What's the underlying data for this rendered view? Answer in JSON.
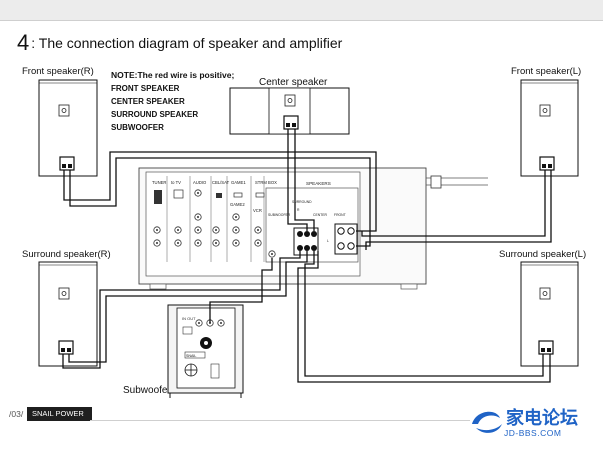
{
  "page": {
    "title_number": "4",
    "title_text": ": The connection diagram of speaker and amplifier",
    "footer_page": "/03/",
    "footer_brand": "SNAIL POWER"
  },
  "labels": {
    "front_r": "Front speaker(R)",
    "front_l": "Front speaker(L)",
    "center": "Center  speaker",
    "surround_r": "Surround speaker(R)",
    "surround_l": "Surround speaker(L)",
    "subwoofer": "Subwoofer"
  },
  "note": {
    "heading": "NOTE:The red wire is positive;",
    "items": [
      "FRONT SPEAKER",
      "CENTER SPEAKER",
      "SURROUND SPEAKER",
      "SUBWOOFER"
    ]
  },
  "receiver": {
    "inputs": [
      "TUNER",
      "to TV",
      "AUDIO",
      "CBL/SAT",
      "GAME1",
      "STRM BOX",
      "GAME2",
      "VCR"
    ],
    "speakers_title": "SPEAKERS",
    "terminals": [
      "SUBWOOFER",
      "SURROUND",
      "CENTER",
      "FRONT"
    ],
    "terminal_marks": [
      "R",
      "L"
    ]
  },
  "subwoofer_panel": {
    "model_tag": "SNAIL"
  },
  "watermark": {
    "cn": "家电论坛",
    "url": "JD-BBS.COM"
  }
}
